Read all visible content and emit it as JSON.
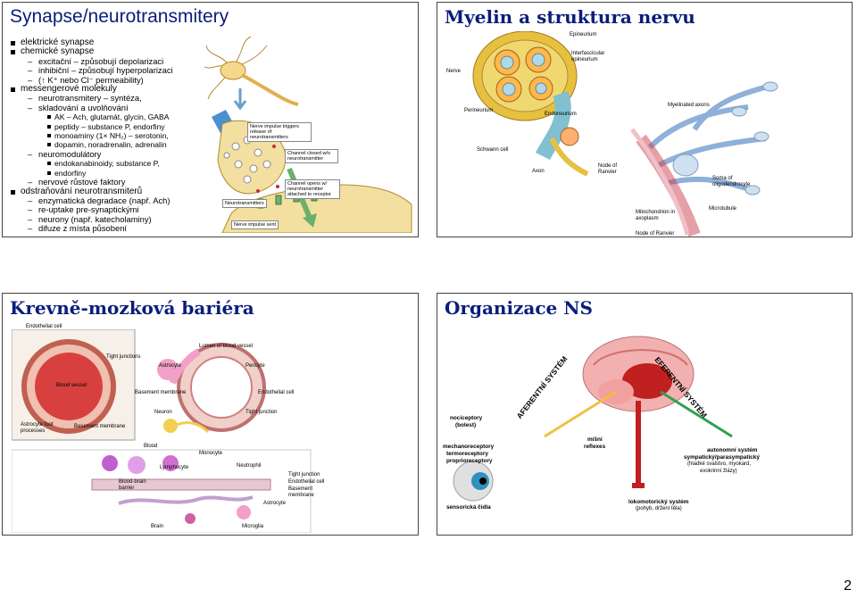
{
  "slide1": {
    "title": "Synapse/neurotransmitery",
    "items": [
      {
        "level": 1,
        "text": "elektrické synapse"
      },
      {
        "level": 1,
        "text": "chemické synapse"
      },
      {
        "level": 2,
        "text": "excitační – způsobují depolarizaci"
      },
      {
        "level": 2,
        "text": "inhibiční – způsobují hyperpolarizaci"
      },
      {
        "level": 2,
        "text": "(↑ K⁺ nebo Cl⁻ permeability)"
      },
      {
        "level": 1,
        "text": "messengerové molekuly"
      },
      {
        "level": 2,
        "text": "neurotransmitery – syntéza,"
      },
      {
        "level": 2,
        "text": "skladování a uvolňování"
      },
      {
        "level": 3,
        "text": "AK – Ach, glutamát, glycin, GABA"
      },
      {
        "level": 3,
        "text": "peptidy – substance P, endorfiny"
      },
      {
        "level": 3,
        "text": "monoaminy (1× NH₂) – serotonin,"
      },
      {
        "level": 3,
        "text": "dopamin, noradrenalin, adrenalin"
      },
      {
        "level": 2,
        "text": "neuromodulátory"
      },
      {
        "level": 3,
        "text": "endokanabinoidy, substance P,"
      },
      {
        "level": 3,
        "text": "endorfiny"
      },
      {
        "level": 2,
        "text": "nervové růstové faktory"
      },
      {
        "level": 1,
        "text": "odstraňování neurotransmiterů"
      },
      {
        "level": 2,
        "text": "enzymatická degradace (např. Ach)"
      },
      {
        "level": 2,
        "text": "re-uptake pre-synaptickými"
      },
      {
        "level": 2,
        "text": "neurony (např. katecholaminy)"
      },
      {
        "level": 2,
        "text": "difuze z místa působení"
      }
    ],
    "figure_labels": {
      "impulse": "Nerve impulse triggers release of neurotransmitters",
      "closed": "Channel closed w/o neurotransmitter",
      "opens": "Channel opens w/ neurotransmitter attached to receptor",
      "neuro": "Neurotransmitters",
      "sent": "Nerve impulse sent"
    }
  },
  "slide2": {
    "title": "Myelin a struktura nervu",
    "labels": {
      "epineurium": "Epineurium",
      "interfascicular": "Interfascicular epineurium",
      "nerve": "Nerve",
      "perineurium": "Perineurium",
      "endoneurium": "Endoneurium",
      "myelinated": "Myelinated axons",
      "schwann": "Schwann cell",
      "axon": "Axon",
      "node1": "Node of Ranvier",
      "soma": "Soma of oligodendrocyte",
      "mito": "Mitochondrion in axoplasm",
      "microtubule": "Microtubule",
      "node2": "Node of Ranvier"
    }
  },
  "slide3": {
    "title": "Krevně-mozková bariéra",
    "labels": {
      "endothelial_top": "Endothelial cell",
      "tight_top": "Tight junctions",
      "lumen": "Lumen of blood vessel",
      "astrocyte_top": "Astrocyte",
      "pericyte": "Pericyte",
      "blood_vessel": "Blood vessel",
      "basement": "Basement membrane",
      "endo_cell2": "Endothelial cell",
      "neuron": "Neuron",
      "tight_mid": "Tight junction",
      "foot": "Astrocyte foot processes",
      "basement2": "Basement membrane",
      "blood": "Blood",
      "monocyte": "Monocyte",
      "lymphocyte": "Lymphocyte",
      "neutrophil": "Neutrophil",
      "tight_low": "Tight junction",
      "endo_low": "Endothelial cell",
      "basement_low": "Basement membrane",
      "bbb": "Blood-brain barrier",
      "astrocyte_low": "Astrocyte",
      "brain": "Brain",
      "microglia": "Microglia"
    }
  },
  "slide4": {
    "title": "Organizace NS",
    "aferentni": "AFERENTNÍ SYSTÉM",
    "eferentni": "EFERENTNÍ SYSTÉM",
    "nociceptory": "nociceptory",
    "bolest": "(bolest)",
    "mechano": "mechanoreceptory",
    "termo": "termoreceptory",
    "proprio": "proprioreceptory",
    "misni": "míšní",
    "reflexes": "reflexes",
    "autonomni": "autonomní systém",
    "symp": "sympatický/parasympatický",
    "hladke": "(hladké svalstvo, myokard,",
    "zlazy": "exokrinní žlázy)",
    "sensoricka": "sensorická čidla",
    "lokomotoricky": "lokomotorický systém",
    "pohyb": "(pohyb, držení těla)"
  },
  "page_number": "2"
}
